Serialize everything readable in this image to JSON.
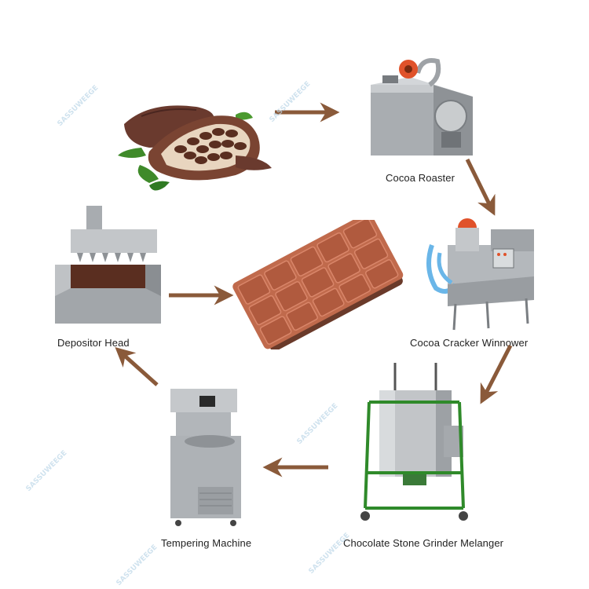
{
  "diagram": {
    "steps": [
      {
        "id": "beans",
        "label": ""
      },
      {
        "id": "roaster",
        "label": "Cocoa Roaster"
      },
      {
        "id": "winnower",
        "label": "Cocoa Cracker Winnower"
      },
      {
        "id": "melanger",
        "label": "Chocolate Stone Grinder Melanger"
      },
      {
        "id": "tempering",
        "label": "Tempering Machine"
      },
      {
        "id": "depositor",
        "label": "Depositor Head"
      },
      {
        "id": "chocolate",
        "label": ""
      }
    ],
    "watermark": "SASSUWEEGE"
  },
  "colors": {
    "arrow": "#8a5a3a",
    "steel": "#b9bcbf",
    "chocolate_light": "#c06a4c",
    "chocolate_dark": "#6a3a2a",
    "pod": "#6a3a2e",
    "leaf": "#3f8a2a",
    "orange": "#e0522a"
  }
}
